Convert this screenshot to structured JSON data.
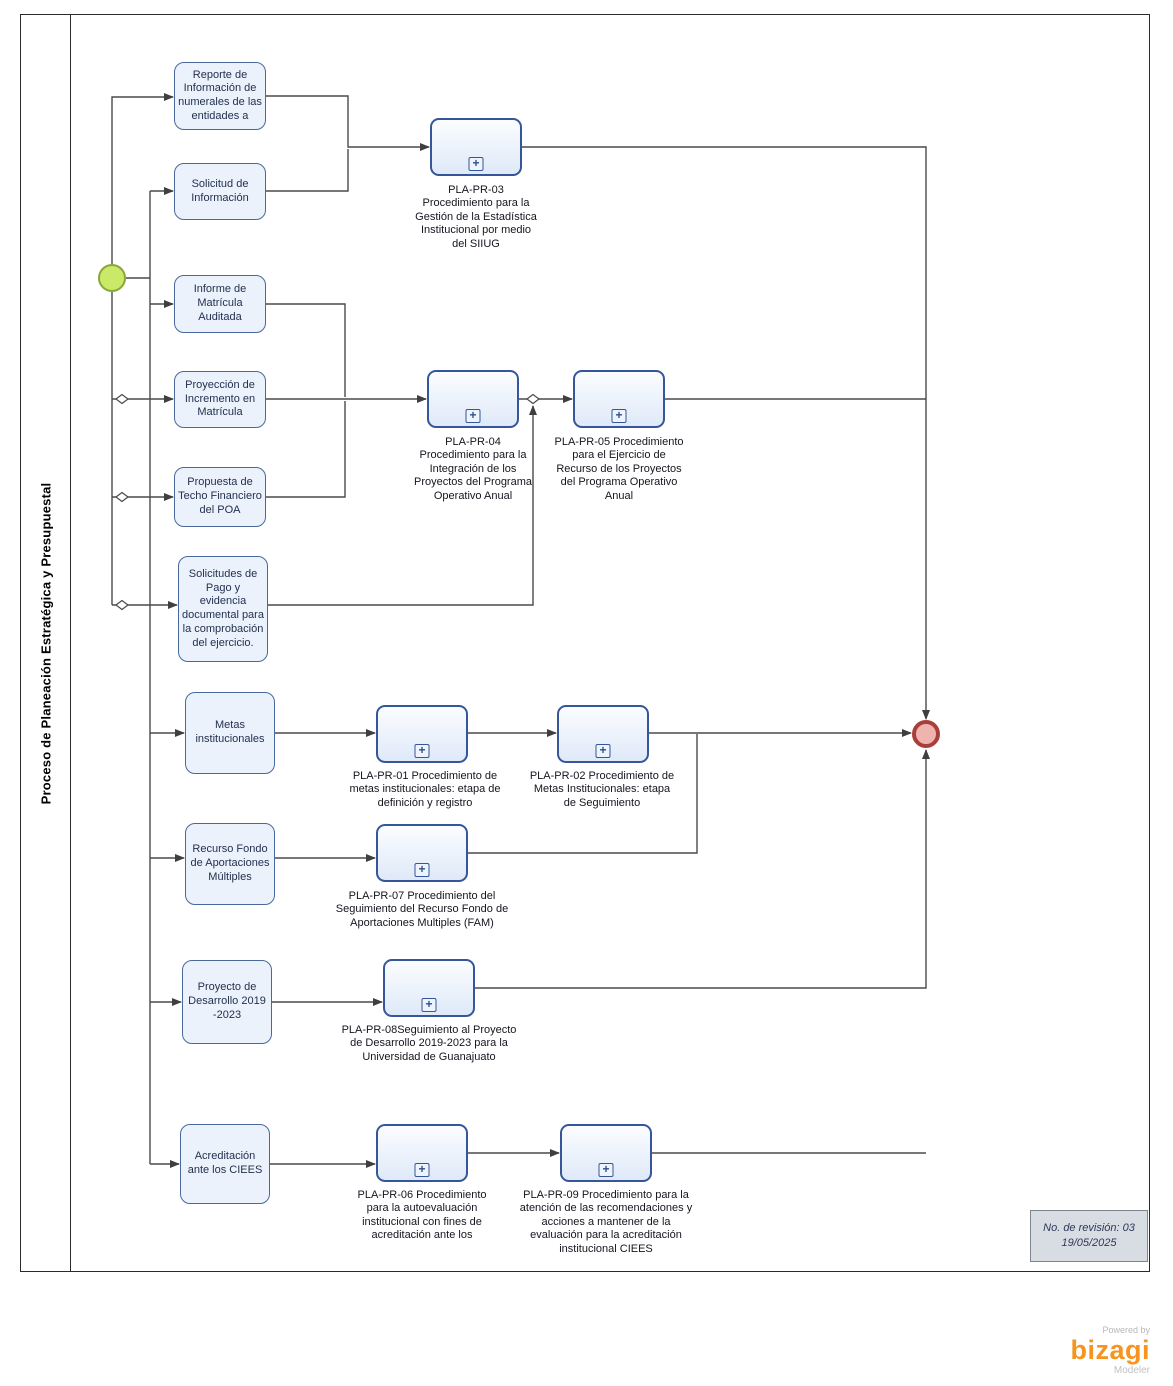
{
  "pool": {
    "title": "Proceso de Planeación Estratégica y Presupuestal"
  },
  "icons": {
    "plus": "+"
  },
  "colors": {
    "activity_border": "#35569b",
    "activity_fill": "#e7eefa",
    "start_fill": "#cbe968",
    "start_border": "#8aa637",
    "end_fill": "#efb4b0",
    "end_border": "#a93e3a",
    "flow_line": "#4a4a4a",
    "brand_orange": "#f7941e"
  },
  "inputs": [
    {
      "label": "Reporte de Información de numerales de las entidades a"
    },
    {
      "label": "Solicitud de Información"
    },
    {
      "label": "Informe de Matrícula Auditada"
    },
    {
      "label": "Proyección de Incremento en Matrícula"
    },
    {
      "label": "Propuesta de Techo Financiero del POA"
    },
    {
      "label": "Solicitudes de Pago y evidencia documental para la comprobación del ejercicio."
    },
    {
      "label": "Metas institucionales"
    },
    {
      "label": "Recurso Fondo de Aportaciones Múltiples"
    },
    {
      "label": "Proyecto de Desarrollo 2019 -2023"
    },
    {
      "label": "Acreditación ante los CIEES"
    }
  ],
  "subprocesses": [
    {
      "caption": "PLA-PR-03 Procedimiento para la Gestión de la Estadística Institucional por medio del SIIUG"
    },
    {
      "caption": "PLA-PR-04 Procedimiento para la Integración de los Proyectos del Programa Operativo Anual"
    },
    {
      "caption": "PLA-PR-05 Procedimiento para el Ejercicio de Recurso de los Proyectos del Programa Operativo Anual"
    },
    {
      "caption": "PLA-PR-01 Procedimiento de metas institucionales: etapa de definición y registro"
    },
    {
      "caption": "PLA-PR-02 Procedimiento de Metas Institucionales: etapa de Seguimiento"
    },
    {
      "caption": "PLA-PR-07 Procedimiento del Seguimiento del Recurso Fondo de Aportaciones Multiples (FAM)"
    },
    {
      "caption": "PLA-PR-08Seguimiento al Proyecto de Desarrollo 2019-2023 para la Universidad de Guanajuato"
    },
    {
      "caption": "PLA-PR-06 Procedimiento para la autoevaluación institucional con fines de acreditación ante los"
    },
    {
      "caption": "PLA-PR-09 Procedimiento para la atención de las recomendaciones y acciones a mantener de la evaluación para la acreditación institucional CIEES"
    }
  ],
  "note": {
    "line1": "No. de revisión: 03",
    "line2": "19/05/2025"
  },
  "branding": {
    "powered_by": "Powered by",
    "name": "bizagi",
    "product": "Modeler"
  }
}
